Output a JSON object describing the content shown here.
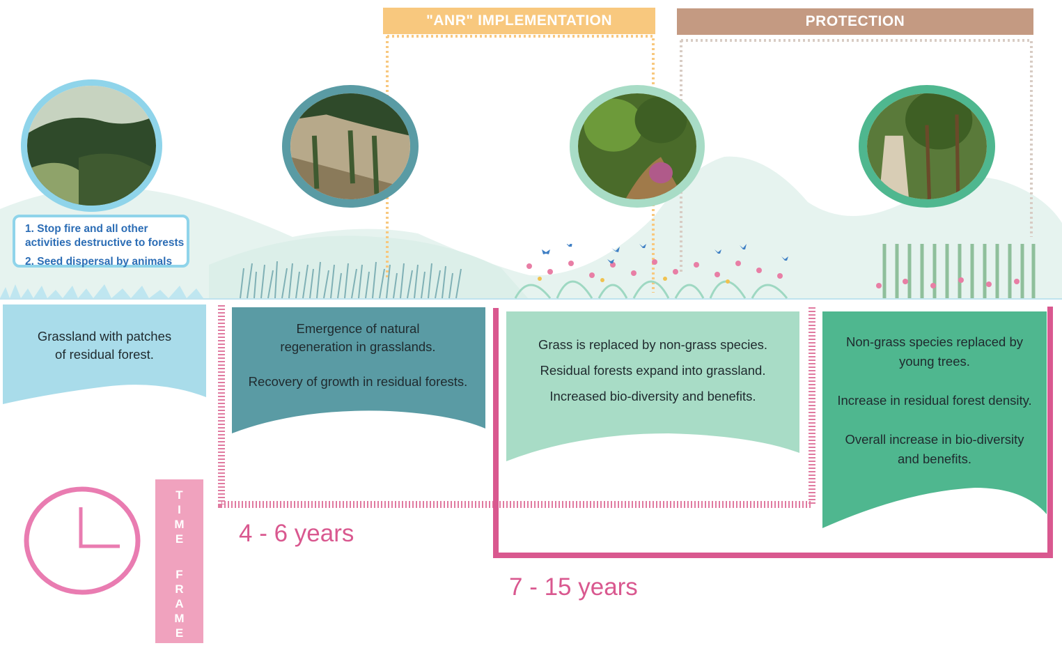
{
  "banners": {
    "anr": "\"ANR\" IMPLEMENTATION",
    "protection": "PROTECTION"
  },
  "actions": {
    "item1_line1": "1. Stop fire and all other",
    "item1_line2": "activities destructive to forests",
    "item2": "2. Seed dispersal by animals"
  },
  "stages": [
    {
      "line1": "Grassland with patches",
      "line2": "of residual forest."
    },
    {
      "p1_line1": "Emergence of natural",
      "p1_line2": "regeneration in grasslands.",
      "p2": "Recovery of growth in residual forests."
    },
    {
      "p1": "Grass is replaced by non-grass species.",
      "p2": "Residual forests expand into grassland.",
      "p3": "Increased bio-diversity and benefits."
    },
    {
      "p1_line1": "Non-grass species replaced by",
      "p1_line2": "young trees.",
      "p2": "Increase in residual forest density.",
      "p3_line1": "Overall increase in bio-diversity",
      "p3_line2": "and benefits."
    }
  ],
  "timeframe": {
    "label_word1": [
      "T",
      "I",
      "M",
      "E"
    ],
    "label_word2": [
      "F",
      "R",
      "A",
      "M",
      "E"
    ],
    "short": "4 - 6 years",
    "long": "7 - 15 years"
  },
  "colors": {
    "anr_banner": "#f8c87e",
    "protection_banner": "#c49a82",
    "stage1": "#a9dcea",
    "stage2": "#5a9ba4",
    "stage3": "#a8dcc6",
    "stage4": "#4fb78f",
    "timeframe_accent": "#d9588f"
  },
  "icons": [
    "clock-icon",
    "butterfly-icon",
    "grass-icon",
    "forest-photo"
  ]
}
